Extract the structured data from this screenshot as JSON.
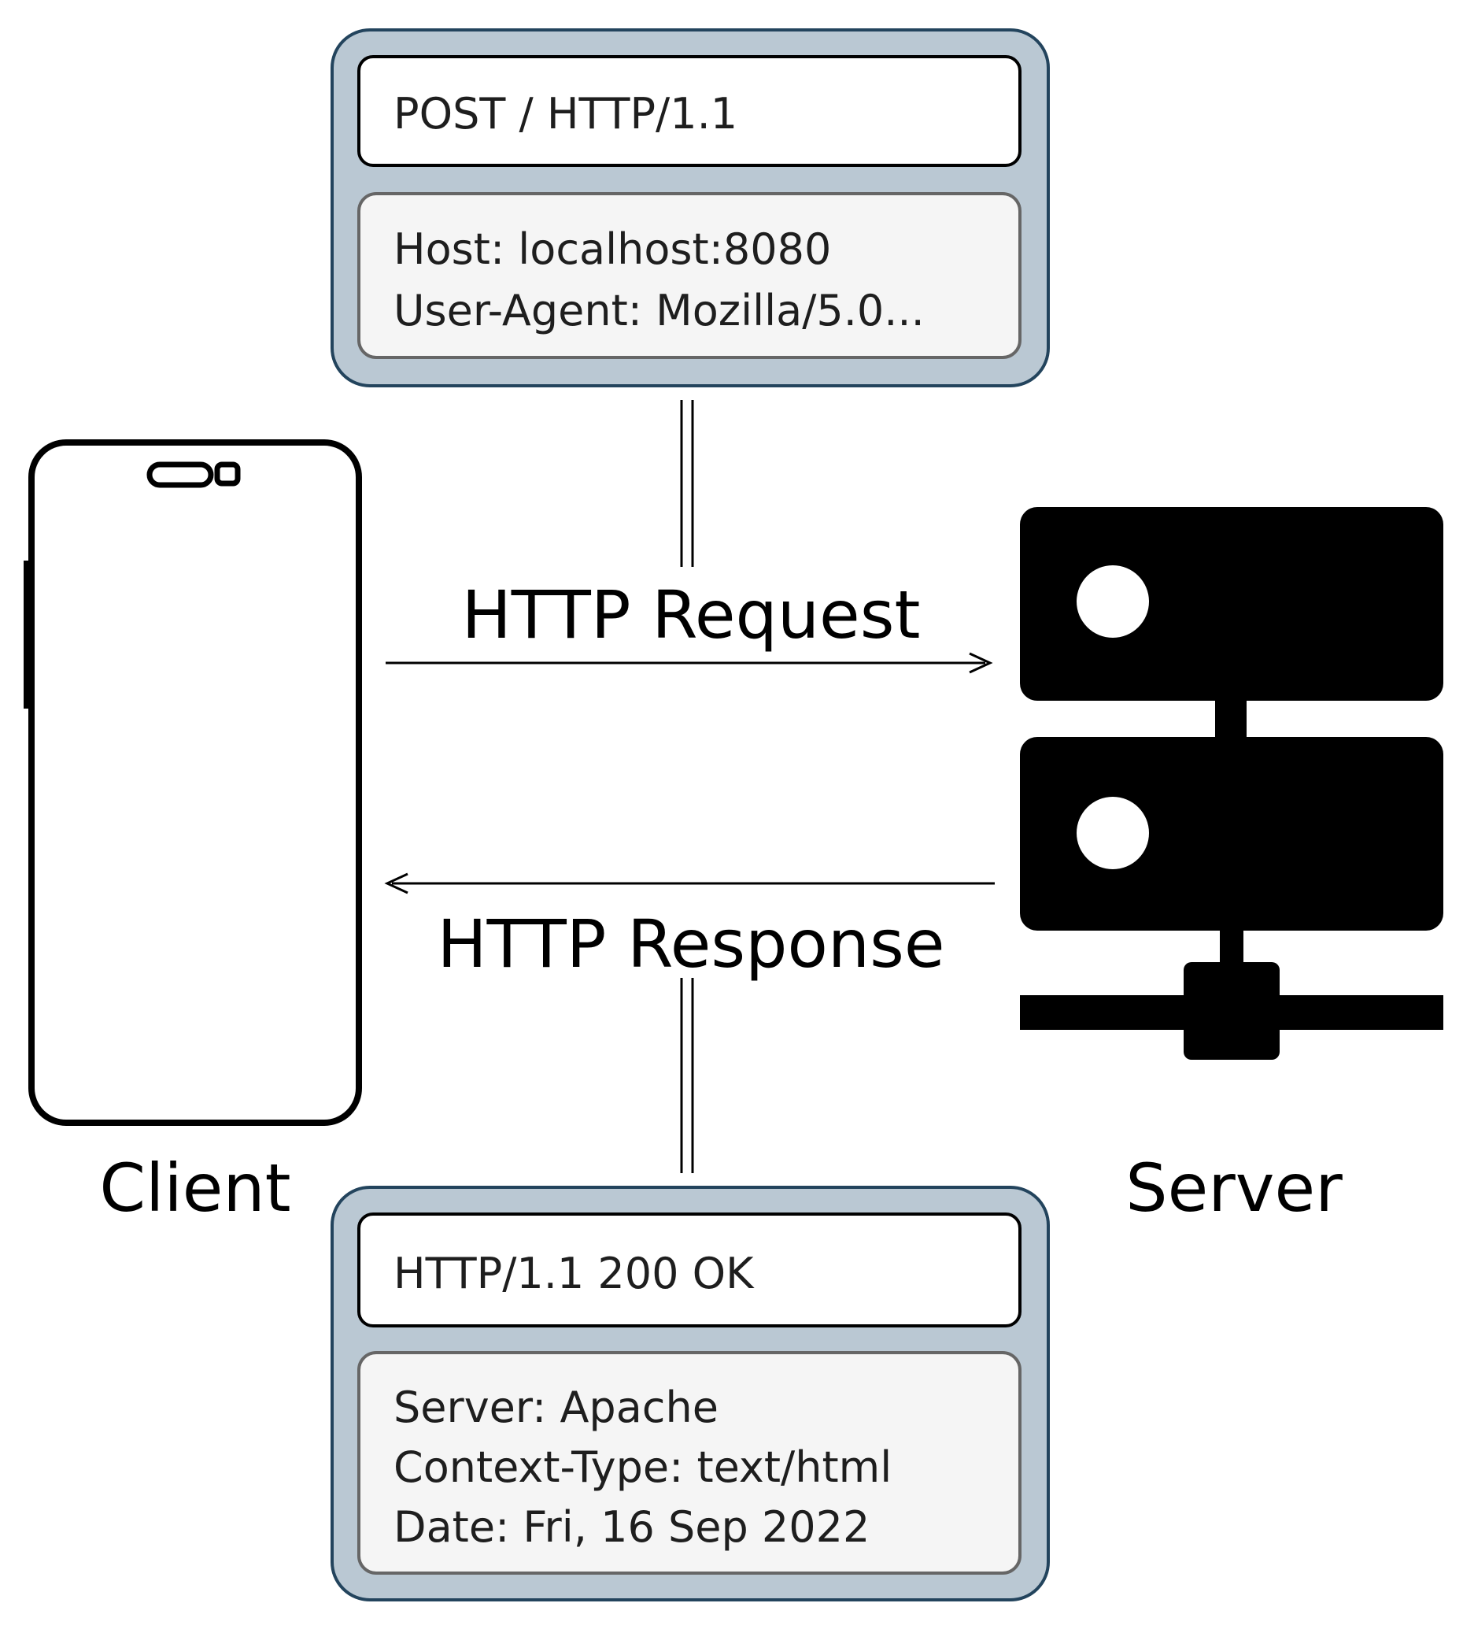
{
  "request_message": {
    "start_line": "POST / HTTP/1.1",
    "headers": [
      "Host: localhost:8080",
      "User-Agent: Mozilla/5.0..."
    ]
  },
  "response_message": {
    "status_line": "HTTP/1.1 200 OK",
    "headers": [
      "Server: Apache",
      "Context-Type: text/html",
      "Date: Fri, 16 Sep 2022"
    ]
  },
  "arrows": {
    "request_label": "HTTP Request",
    "response_label": "HTTP Response"
  },
  "nodes": {
    "client_label": "Client",
    "server_label": "Server"
  },
  "colors": {
    "outer_box_fill": "#bac8d3",
    "outer_box_stroke": "#23445d",
    "header_box_fill": "#f5f5f5",
    "header_box_stroke": "#666666",
    "line_box_fill": "#ffffff",
    "ink": "#000000"
  },
  "icons": {
    "client": "smartphone-icon",
    "server": "server-rack-icon"
  }
}
